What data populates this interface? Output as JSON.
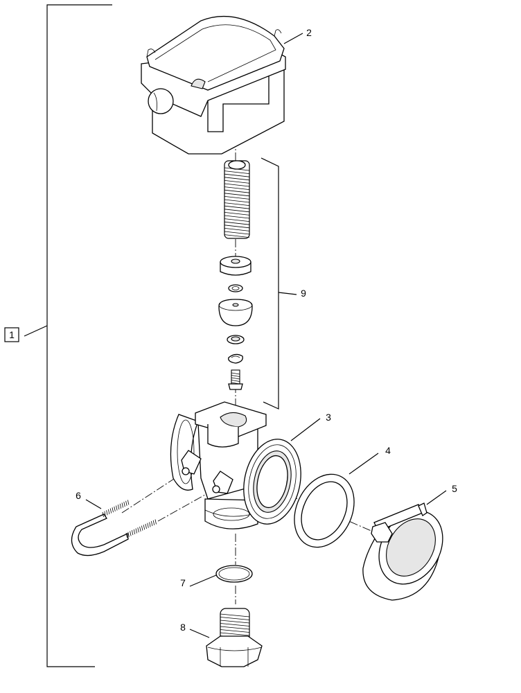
{
  "callouts": {
    "assembly": "1",
    "actuator_cover": "2",
    "valve_body": "3",
    "gasket": "4",
    "clamp": "5",
    "u_link": "6",
    "o_ring": "7",
    "fitting": "8",
    "spring_kit": "9"
  },
  "colors": {
    "line": "#000000",
    "fill": "#ffffff",
    "shade": "#e6e6e6"
  }
}
